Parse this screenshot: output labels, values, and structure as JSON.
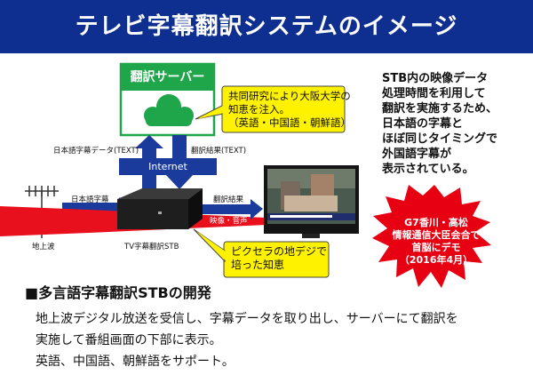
{
  "title": "テレビ字幕翻訳システムのイメージ",
  "server": {
    "label": "翻訳サーバー"
  },
  "callout_research": {
    "lines": [
      "共同研究により大阪大学の",
      "知恵を注入。",
      "（英語・中国語・朝鮮語）"
    ]
  },
  "callout_kyocera": {
    "lines": [
      "ピクセラの地デジで",
      "培った知恵"
    ]
  },
  "side_text": {
    "lines": [
      "STB内の映像データ",
      "処理時間を利用して",
      "翻訳を実施するため、",
      "日本語の字幕と",
      "ほぼ同じタイミングで",
      "外国語字幕が",
      "表示されている。"
    ]
  },
  "labels": {
    "upload": "日本語字幕データ(TEXT)",
    "download": "翻訳結果(TEXT)",
    "internet": "Internet",
    "jp_subtitle": "日本語字幕",
    "translation_result": "翻訳結果",
    "video_audio": "映像・音声",
    "terrestrial": "地上波",
    "stb": "TV字幕翻訳STB"
  },
  "burst": {
    "lines": [
      "G7香川・高松",
      "情報通信大臣会合で",
      "首脳にデモ",
      "（2016年4月）"
    ]
  },
  "section_title": "■多言語字幕翻訳STBの開発",
  "description": [
    "地上波デジタル放送を受信し、字幕データを取り出し、サーバーにて翻訳を",
    "実施して番組画面の下部に表示。",
    "英語、中国語、朝鮮語をサポート。"
  ],
  "colors": {
    "title_bg": "#0f2f90",
    "server_green": "#1fa54a",
    "arrow_blue": "#1a3a9c",
    "arrow_red": "#e8101c",
    "callout_yellow": "#fff200",
    "burst_red": "#e60012"
  }
}
